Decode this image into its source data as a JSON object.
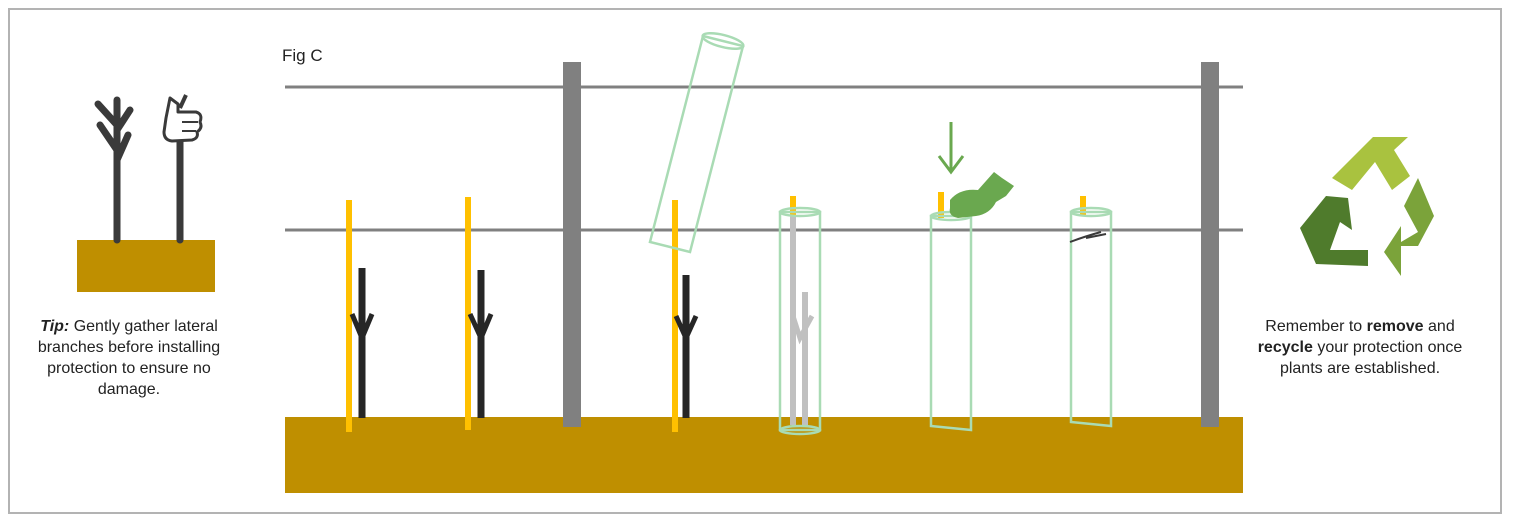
{
  "figure": {
    "label": "Fig C"
  },
  "tip": {
    "prefix": "Tip:",
    "text": " Gently gather lateral branches before installing protection to ensure no damage."
  },
  "recycle_note": {
    "part1": "Remember to ",
    "remove": "remove",
    "part2": " and ",
    "recycle": "recycle",
    "part3": " your protection once plants are established."
  },
  "colors": {
    "soil": "#bf8f00",
    "post": "#808080",
    "wire": "#808080",
    "cane": "#ffc000",
    "plant": "#262626",
    "tube_stroke": "#a9dbb4",
    "glove": "#6aa84f",
    "recycle_light": "#a9c23f",
    "recycle_mid": "#7ba33a",
    "recycle_dark": "#4f7b2c"
  },
  "icons": [
    "thumbs-up-icon",
    "recycle-icon",
    "down-arrow-icon",
    "glove-icon"
  ]
}
